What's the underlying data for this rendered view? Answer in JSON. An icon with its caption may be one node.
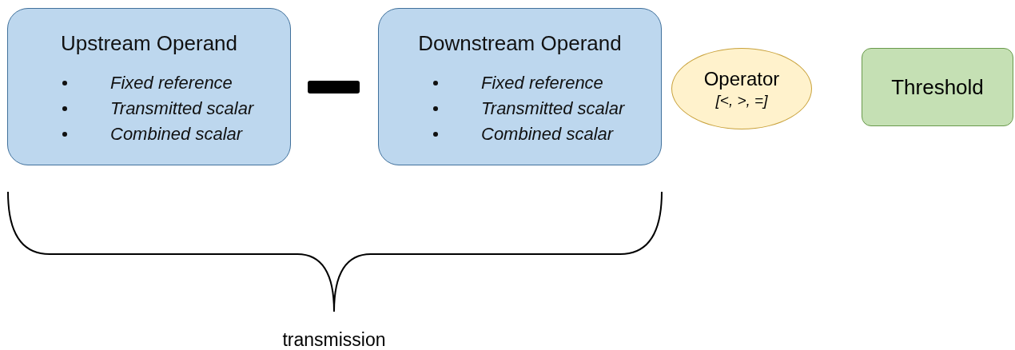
{
  "diagram": {
    "nodes": [
      {
        "text": [
          "Upstream Operand",
          "Fixed reference",
          "Transmitted scalar",
          "Combined scalar"
        ]
      },
      {
        "text": [
          "Downstream Operand",
          "Fixed reference",
          "Transmitted scalar",
          "Combined scalar"
        ]
      },
      {
        "text": [
          "Operator",
          "[<, >, =]"
        ]
      },
      {
        "text": [
          "Threshold"
        ]
      }
    ],
    "edges": [],
    "labels": [
      "transmission"
    ]
  }
}
